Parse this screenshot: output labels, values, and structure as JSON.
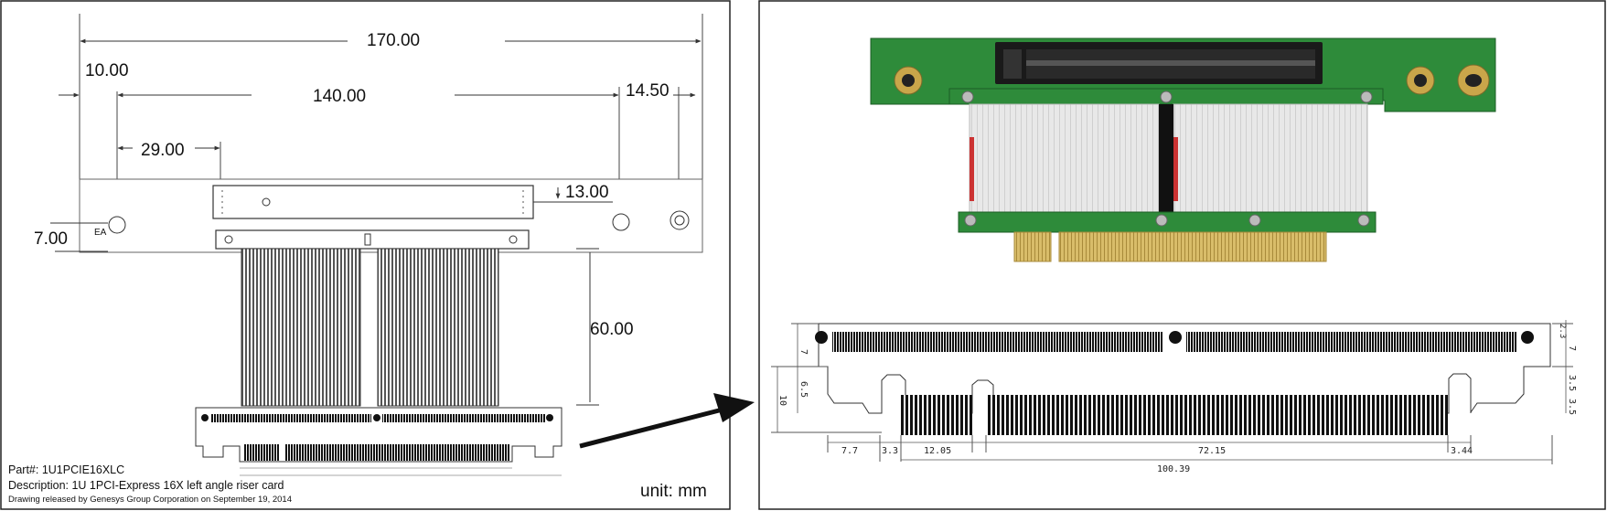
{
  "drawing": {
    "dimensions": {
      "overall_width": "170.00",
      "left_margin": "10.00",
      "hole_spacing": "140.00",
      "right_margin": "14.50",
      "slot_offset": "29.00",
      "slot_height": "13.00",
      "hole_height": "7.00",
      "cable_length": "60.00"
    },
    "hole_label": "EA"
  },
  "info": {
    "part": "Part#: 1U1PCIE16XLC",
    "description": "Description: 1U 1PCI-Express 16X left angle riser card",
    "release": "Drawing released by Genesys Group Corporation on September 19, 2014",
    "unit": "unit: mm"
  },
  "detail": {
    "dims": {
      "d77": "7.7",
      "d33": "3.3",
      "d1205": "12.05",
      "d7215": "72.15",
      "d344": "3.44",
      "d10039": "100.39",
      "left_7": "7",
      "left_65": "6.5",
      "left_10": "10",
      "right_23": "2.3",
      "right_7": "7",
      "right_35a": "3.5",
      "right_35b": "3.5"
    }
  },
  "colors": {
    "pcb_green": "#2e8b3a",
    "cable_grey": "#e3e3e3",
    "gold": "#c9a64a",
    "outline": "#222222"
  }
}
